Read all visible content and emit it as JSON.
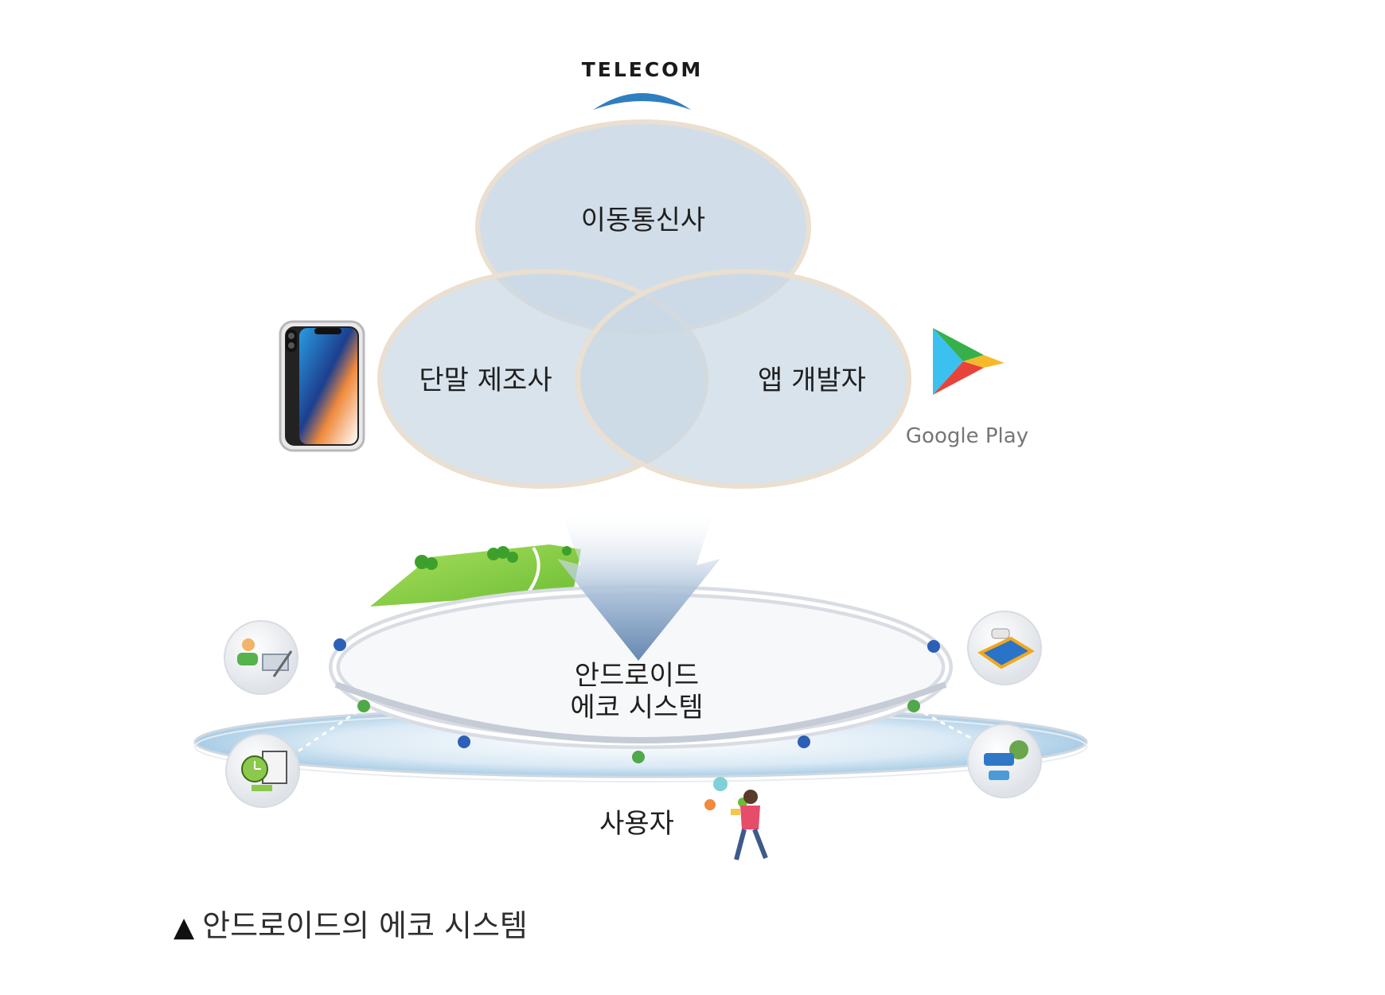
{
  "logos": {
    "telecom": "TELECOM",
    "google_play": "Google Play"
  },
  "venn": {
    "top": "이동통신사",
    "left": "단말 제조사",
    "right": "앱 개발자"
  },
  "ecosystem": {
    "line1": "안드로이드",
    "line2": "에코 시스템",
    "user": "사용자"
  },
  "caption": {
    "marker": "▲",
    "text": "안드로이드의 에코 시스템"
  },
  "colors": {
    "circle_fill": "#c9d8e5",
    "circle_stroke": "#eadfd0",
    "arrow": "#7896bb",
    "platform": "#bcd8ec",
    "blue_dot": "#2c5fb8",
    "green_dot": "#4fa84a",
    "hill": "#8fd048",
    "telecom_arc": "#2f7ec0"
  }
}
